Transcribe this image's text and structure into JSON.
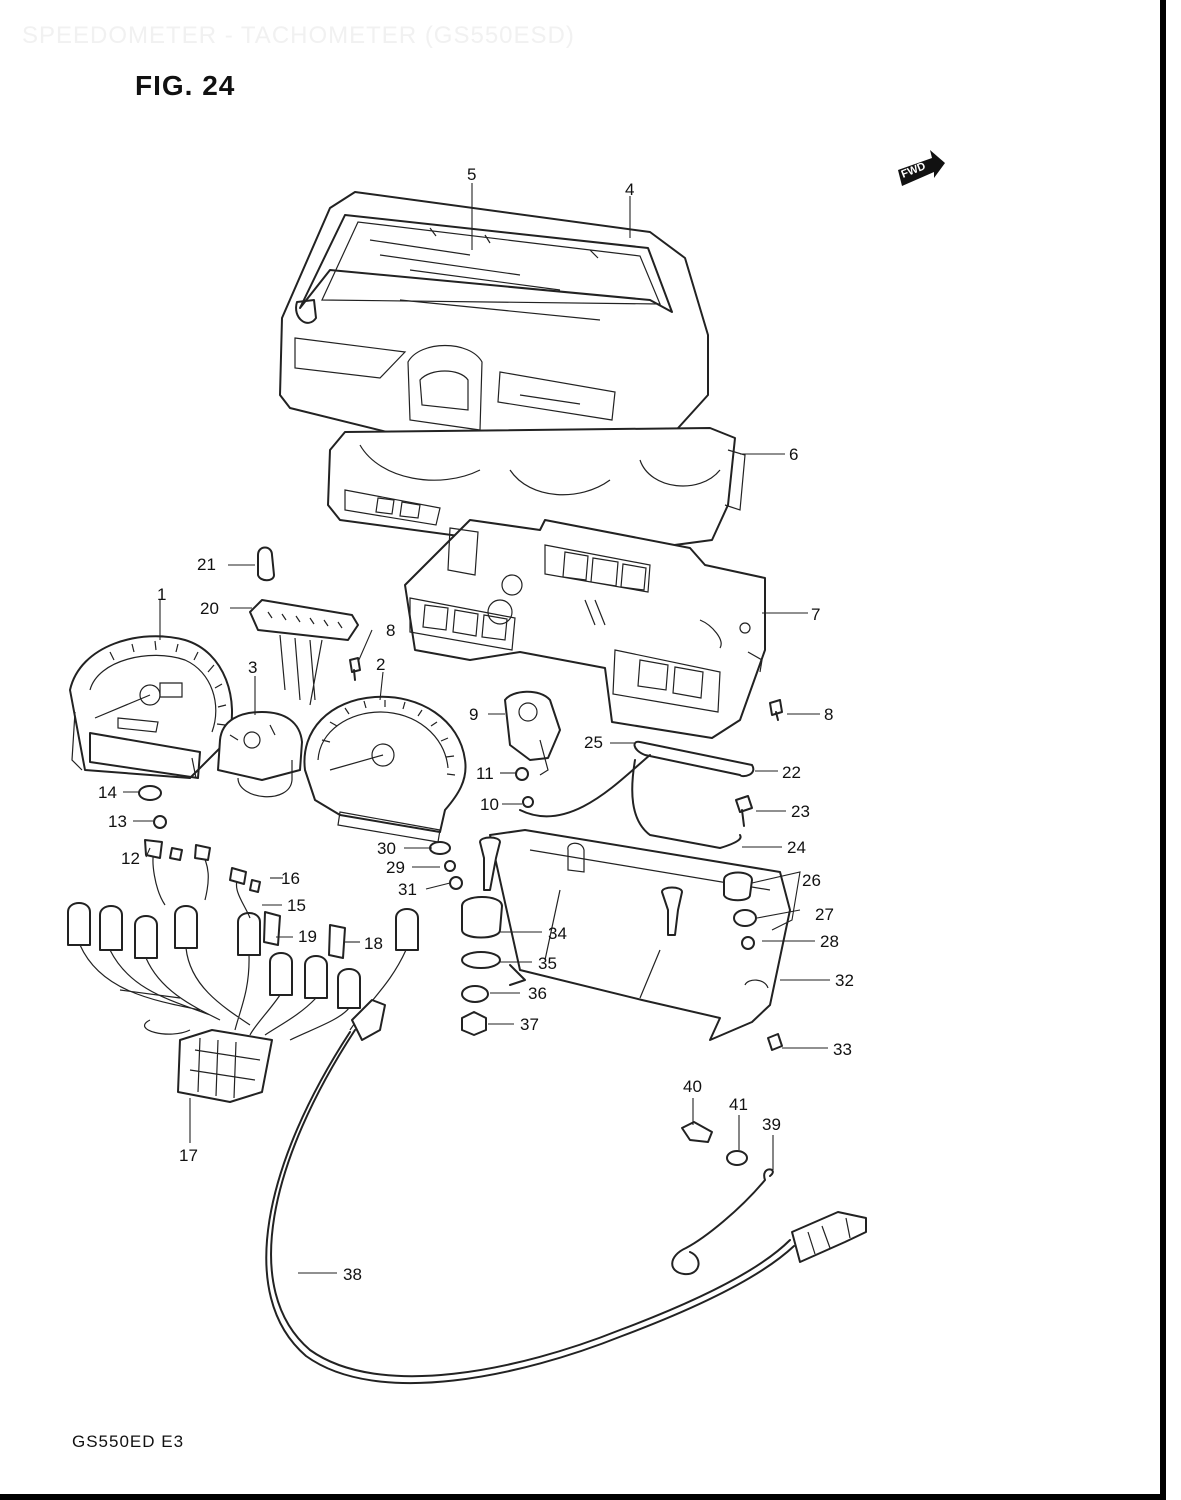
{
  "header": {
    "faint_title": "SPEEDOMETER - TACHOMETER (GS550ESD)",
    "figure_title": "FIG. 24"
  },
  "footer": {
    "model_code": "GS550ED  E3"
  },
  "fwd_marker": "FWD",
  "callouts": [
    "1",
    "2",
    "3",
    "4",
    "5",
    "6",
    "7",
    "8",
    "8",
    "9",
    "10",
    "11",
    "12",
    "13",
    "14",
    "15",
    "16",
    "17",
    "18",
    "19",
    "20",
    "21",
    "22",
    "23",
    "24",
    "25",
    "26",
    "27",
    "28",
    "29",
    "30",
    "31",
    "32",
    "33",
    "34",
    "35",
    "36",
    "37",
    "38",
    "39",
    "40",
    "41"
  ]
}
